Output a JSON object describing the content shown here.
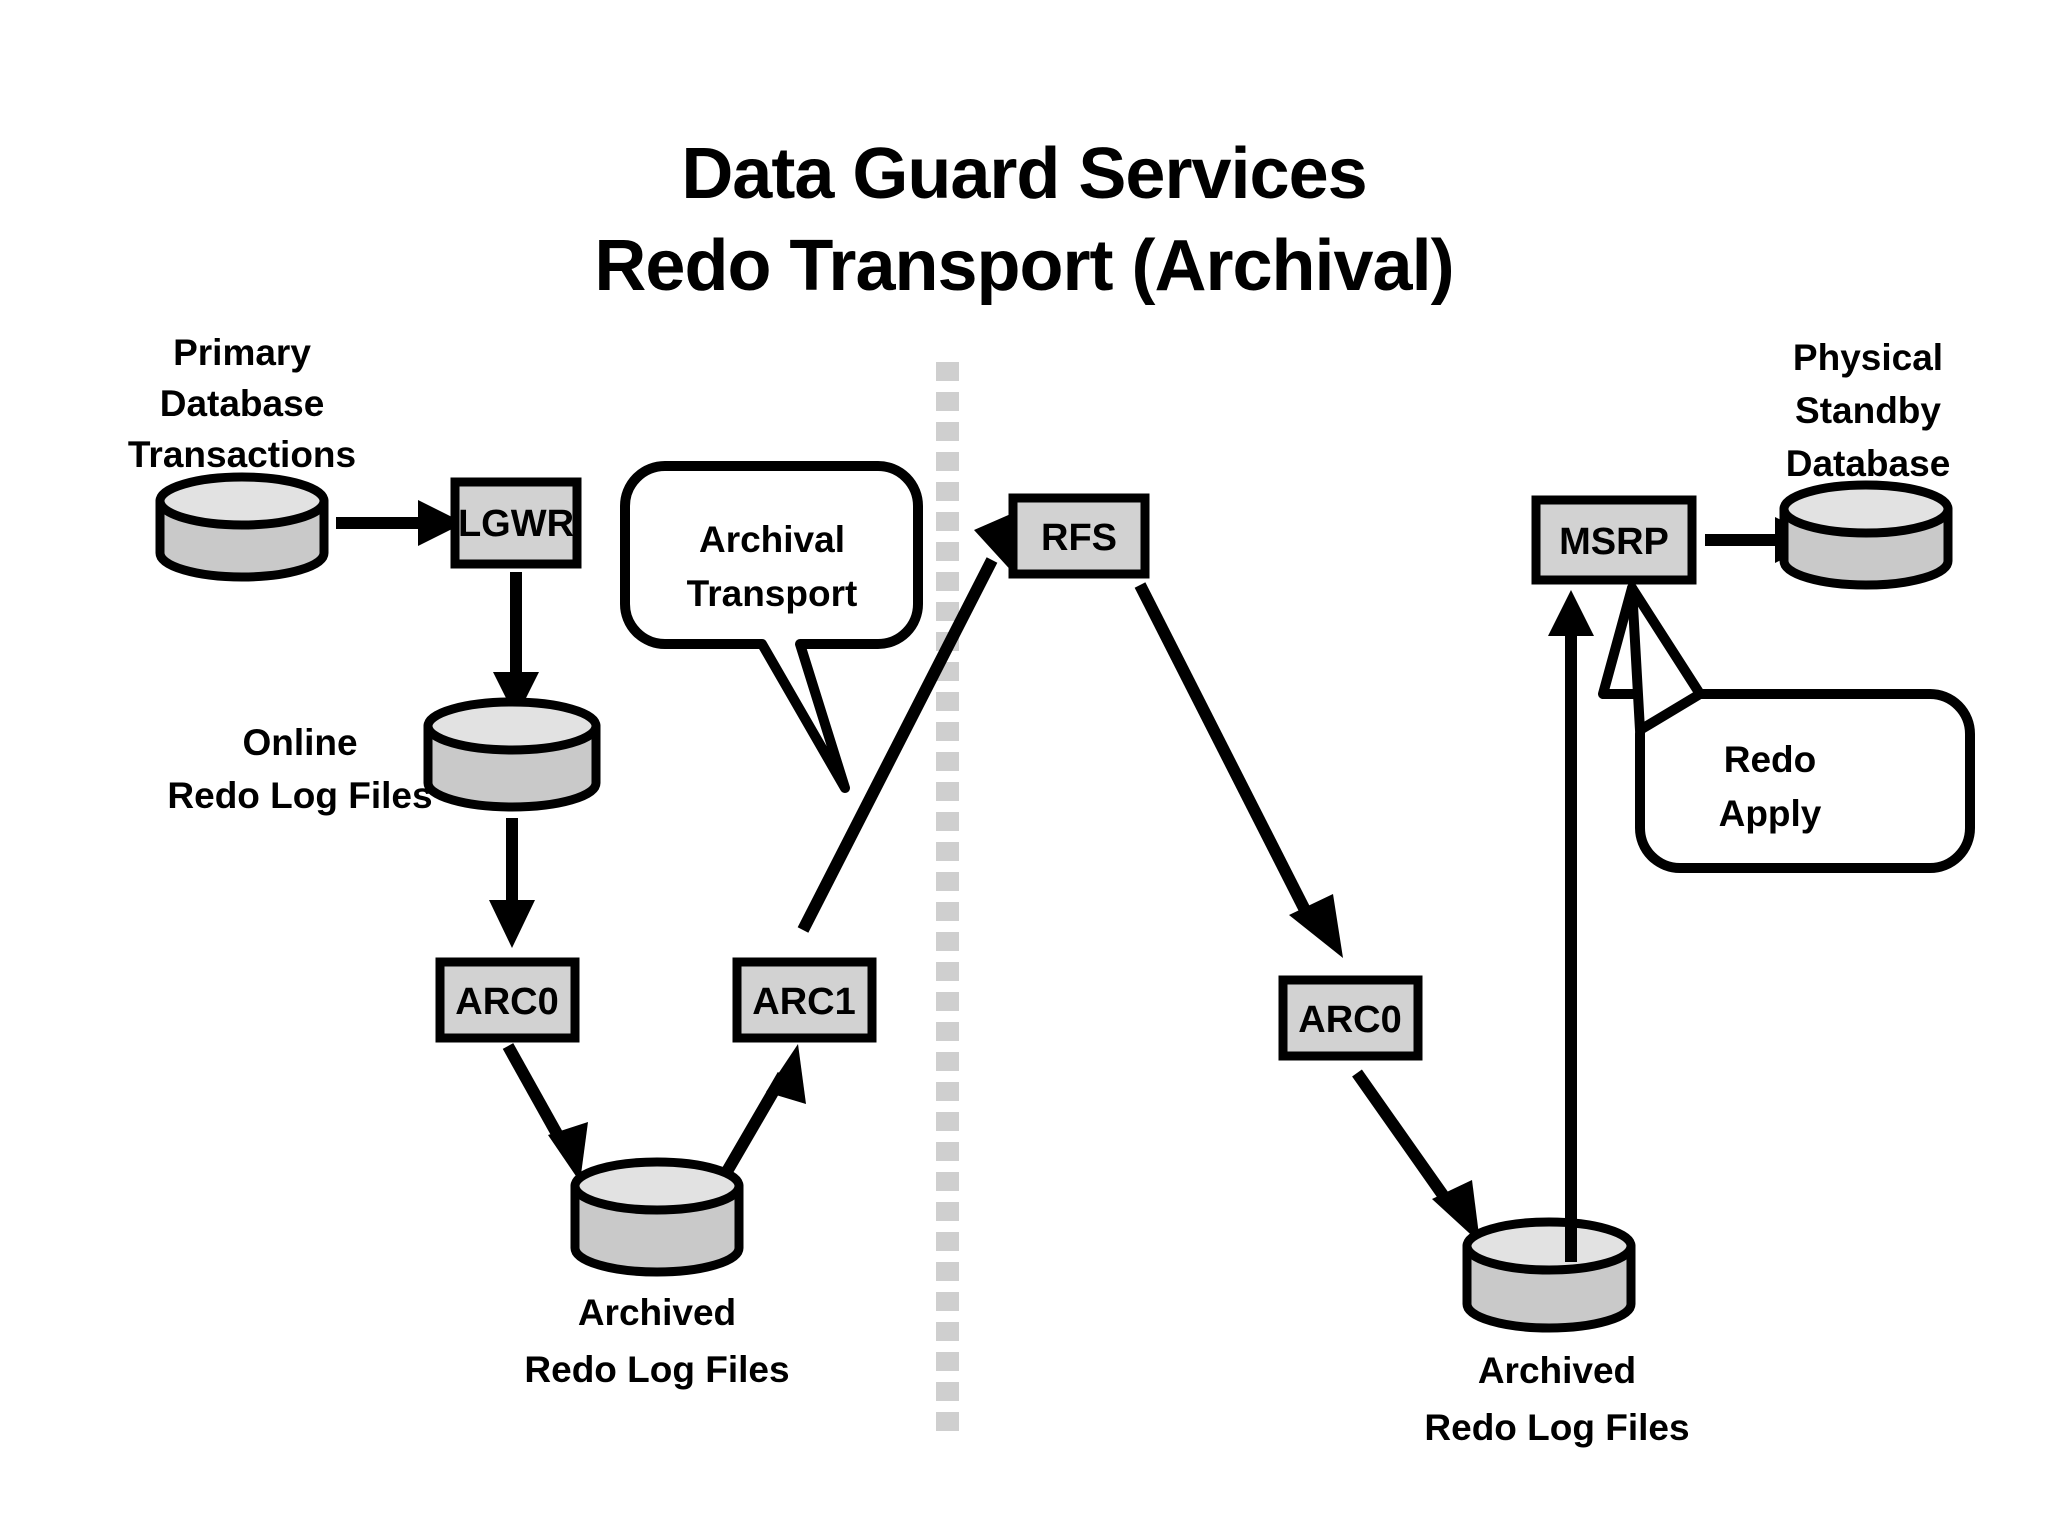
{
  "title": {
    "line1": "Data Guard Services",
    "line2": "Redo Transport (Archival)"
  },
  "primary_side": {
    "db_caption": {
      "line1": "Primary",
      "line2": "Database",
      "line3": "Transactions"
    },
    "lgwr_label": "LGWR",
    "online_redo_caption": {
      "line1": "Online",
      "line2": "Redo Log Files"
    },
    "arc0_label": "ARC0",
    "arc1_label": "ARC1",
    "archived_caption": {
      "line1": "Archived",
      "line2": "Redo Log Files"
    },
    "callout": {
      "line1": "Archival",
      "line2": "Transport"
    }
  },
  "standby_side": {
    "rfs_label": "RFS",
    "arc0_label": "ARC0",
    "archived_caption": {
      "line1": "Archived",
      "line2": "Redo Log Files"
    },
    "msrp_label": "MSRP",
    "db_caption": {
      "line1": "Physical",
      "line2": "Standby",
      "line3": "Database"
    },
    "callout": {
      "line1": "Redo",
      "line2": "Apply"
    }
  },
  "colors": {
    "background": "#ffffff",
    "stroke": "#000000",
    "box_fill": "#d2d2d2",
    "cylinder_body": "#c9c9c9",
    "cylinder_top": "#e2e2e2",
    "divider": "#cfcfcf"
  },
  "divider": {
    "name": "vertical-dotted-separator",
    "orientation": "vertical"
  }
}
